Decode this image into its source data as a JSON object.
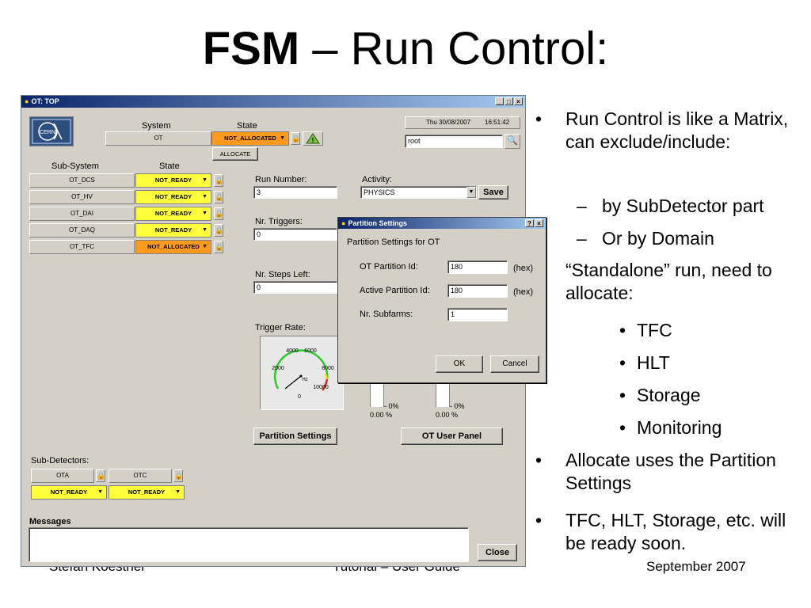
{
  "slide": {
    "title_bold": "FSM",
    "title_rest": " – Run Control:",
    "footer_left": "Stefan Koestner",
    "footer_center": "Tutorial – User Guide",
    "footer_right": "September 2007"
  },
  "window": {
    "title": "OT: TOP",
    "btn_min": "_",
    "btn_max": "□",
    "btn_close": "×",
    "logo": "CERN",
    "system_header": "System",
    "state_header": "State",
    "system_name": "OT",
    "system_state": "NOT_ALLOCATED",
    "allocate_label": "ALLOCATE",
    "date": "Thu 30/08/2007",
    "time": "16:51:42",
    "user": "root",
    "subsystem_header": "Sub-System",
    "subsystem_state_header": "State",
    "subsystems": [
      {
        "name": "OT_DCS",
        "state": "NOT_READY"
      },
      {
        "name": "OT_HV",
        "state": "NOT_READY"
      },
      {
        "name": "OT_DAI",
        "state": "NOT_READY"
      },
      {
        "name": "OT_DAQ",
        "state": "NOT_READY"
      },
      {
        "name": "OT_TFC",
        "state": "NOT_ALLOCATED"
      }
    ],
    "run_number_label": "Run Number:",
    "run_number": "3",
    "activity_label": "Activity:",
    "activity": "PHYSICS",
    "save_label": "Save",
    "triggers_label": "Nr. Triggers:",
    "triggers": "0",
    "steps_label": "Nr. Steps Left:",
    "steps": "0",
    "trigger_rate_label": "Trigger Rate:",
    "gauge": {
      "t0": "0",
      "t2000": "2000",
      "t4000": "4000",
      "t6000": "6000",
      "t8000": "8000",
      "t10000": "10000",
      "unit": "Hz"
    },
    "bar1_pct": "- 0%",
    "bar1_val": "0.00 %",
    "bar2_pct": "- 0%",
    "bar2_val": "0.00 %",
    "partition_settings_btn": "Partition Settings",
    "ot_user_panel_btn": "OT User Panel",
    "subdetectors_label": "Sub-Detectors:",
    "subdetectors": [
      {
        "name": "OTA",
        "state": "NOT_READY"
      },
      {
        "name": "OTC",
        "state": "NOT_READY"
      }
    ],
    "messages_label": "Messages",
    "close_label": "Close"
  },
  "dialog": {
    "title": "Partition Settings",
    "help_btn": "?",
    "close_btn": "×",
    "heading": "Partition Settings for OT",
    "ot_pid_label": "OT Partition Id:",
    "ot_pid": "180",
    "ot_pid_unit": "(hex)",
    "active_pid_label": "Active Partition Id:",
    "active_pid": "180",
    "active_pid_unit": "(hex)",
    "subfarms_label": "Nr. Subfarms:",
    "subfarms": "1",
    "ok_label": "OK",
    "cancel_label": "Cancel"
  },
  "bullets": {
    "b1": "Run Control is like a Matrix, can exclude/include:",
    "b1a": "by SubDetector part",
    "b1b": "Or by Domain",
    "b2": "“Standalone” run, need to allocate:",
    "b2a": "TFC",
    "b2b": "HLT",
    "b2c": "Storage",
    "b2d": "Monitoring",
    "b3": "Allocate uses the Partition Settings",
    "b4": "TFC, HLT, Storage, etc. will be ready soon.",
    "bullet_char": "•",
    "dash_char": "–"
  }
}
